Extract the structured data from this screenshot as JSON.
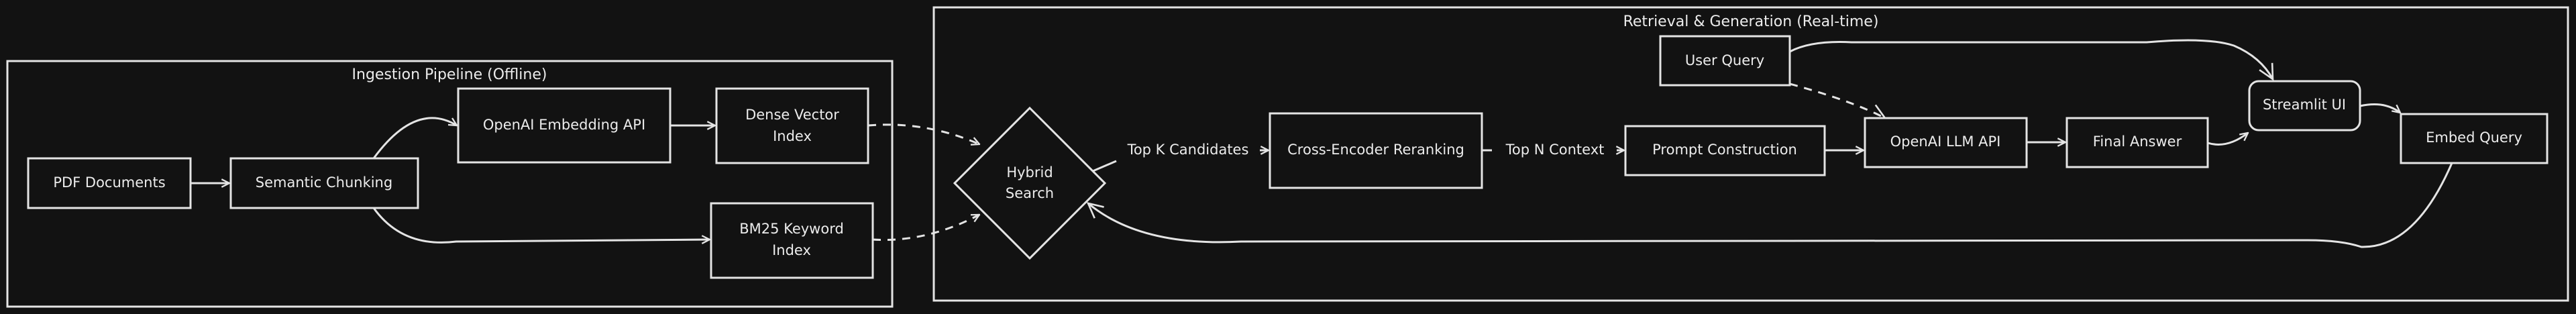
{
  "colors": {
    "background": "#121212",
    "stroke": "#e4e4e4",
    "text": "#ececec"
  },
  "groups": {
    "ingestion": {
      "title": "Ingestion Pipeline (Offline)"
    },
    "retrieval": {
      "title": "Retrieval & Generation (Real-time)"
    }
  },
  "nodes": {
    "pdf": "PDF Documents",
    "chunking": "Semantic Chunking",
    "embedding_api": "OpenAI Embedding API",
    "dense_1": "Dense Vector",
    "dense_2": "Index",
    "bm25_1": "BM25 Keyword",
    "bm25_2": "Index",
    "hybrid_1": "Hybrid",
    "hybrid_2": "Search",
    "reranking": "Cross-Encoder Reranking",
    "prompt": "Prompt Construction",
    "user_query": "User Query",
    "llm_api": "OpenAI LLM API",
    "final_answer": "Final Answer",
    "streamlit": "Streamlit UI",
    "embed_query": "Embed Query"
  },
  "edge_labels": {
    "top_k": "Top K Candidates",
    "top_n": "Top N Context"
  }
}
